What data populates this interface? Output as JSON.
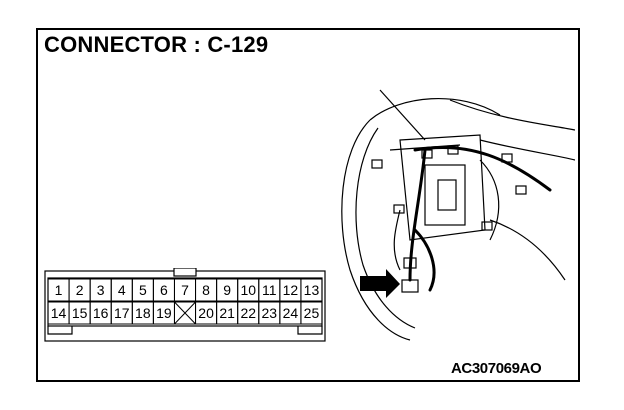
{
  "title": "CONNECTOR : C-129",
  "figure_code": "AC307069AO",
  "connector": {
    "row1": [
      "1",
      "2",
      "3",
      "4",
      "5",
      "6",
      "7",
      "8",
      "9",
      "10",
      "11",
      "12",
      "13"
    ],
    "row2": [
      "14",
      "15",
      "16",
      "17",
      "18",
      "19",
      "20",
      "21",
      "22",
      "23",
      "24",
      "25"
    ]
  },
  "colors": {
    "ink": "#000000",
    "paper": "#ffffff"
  }
}
